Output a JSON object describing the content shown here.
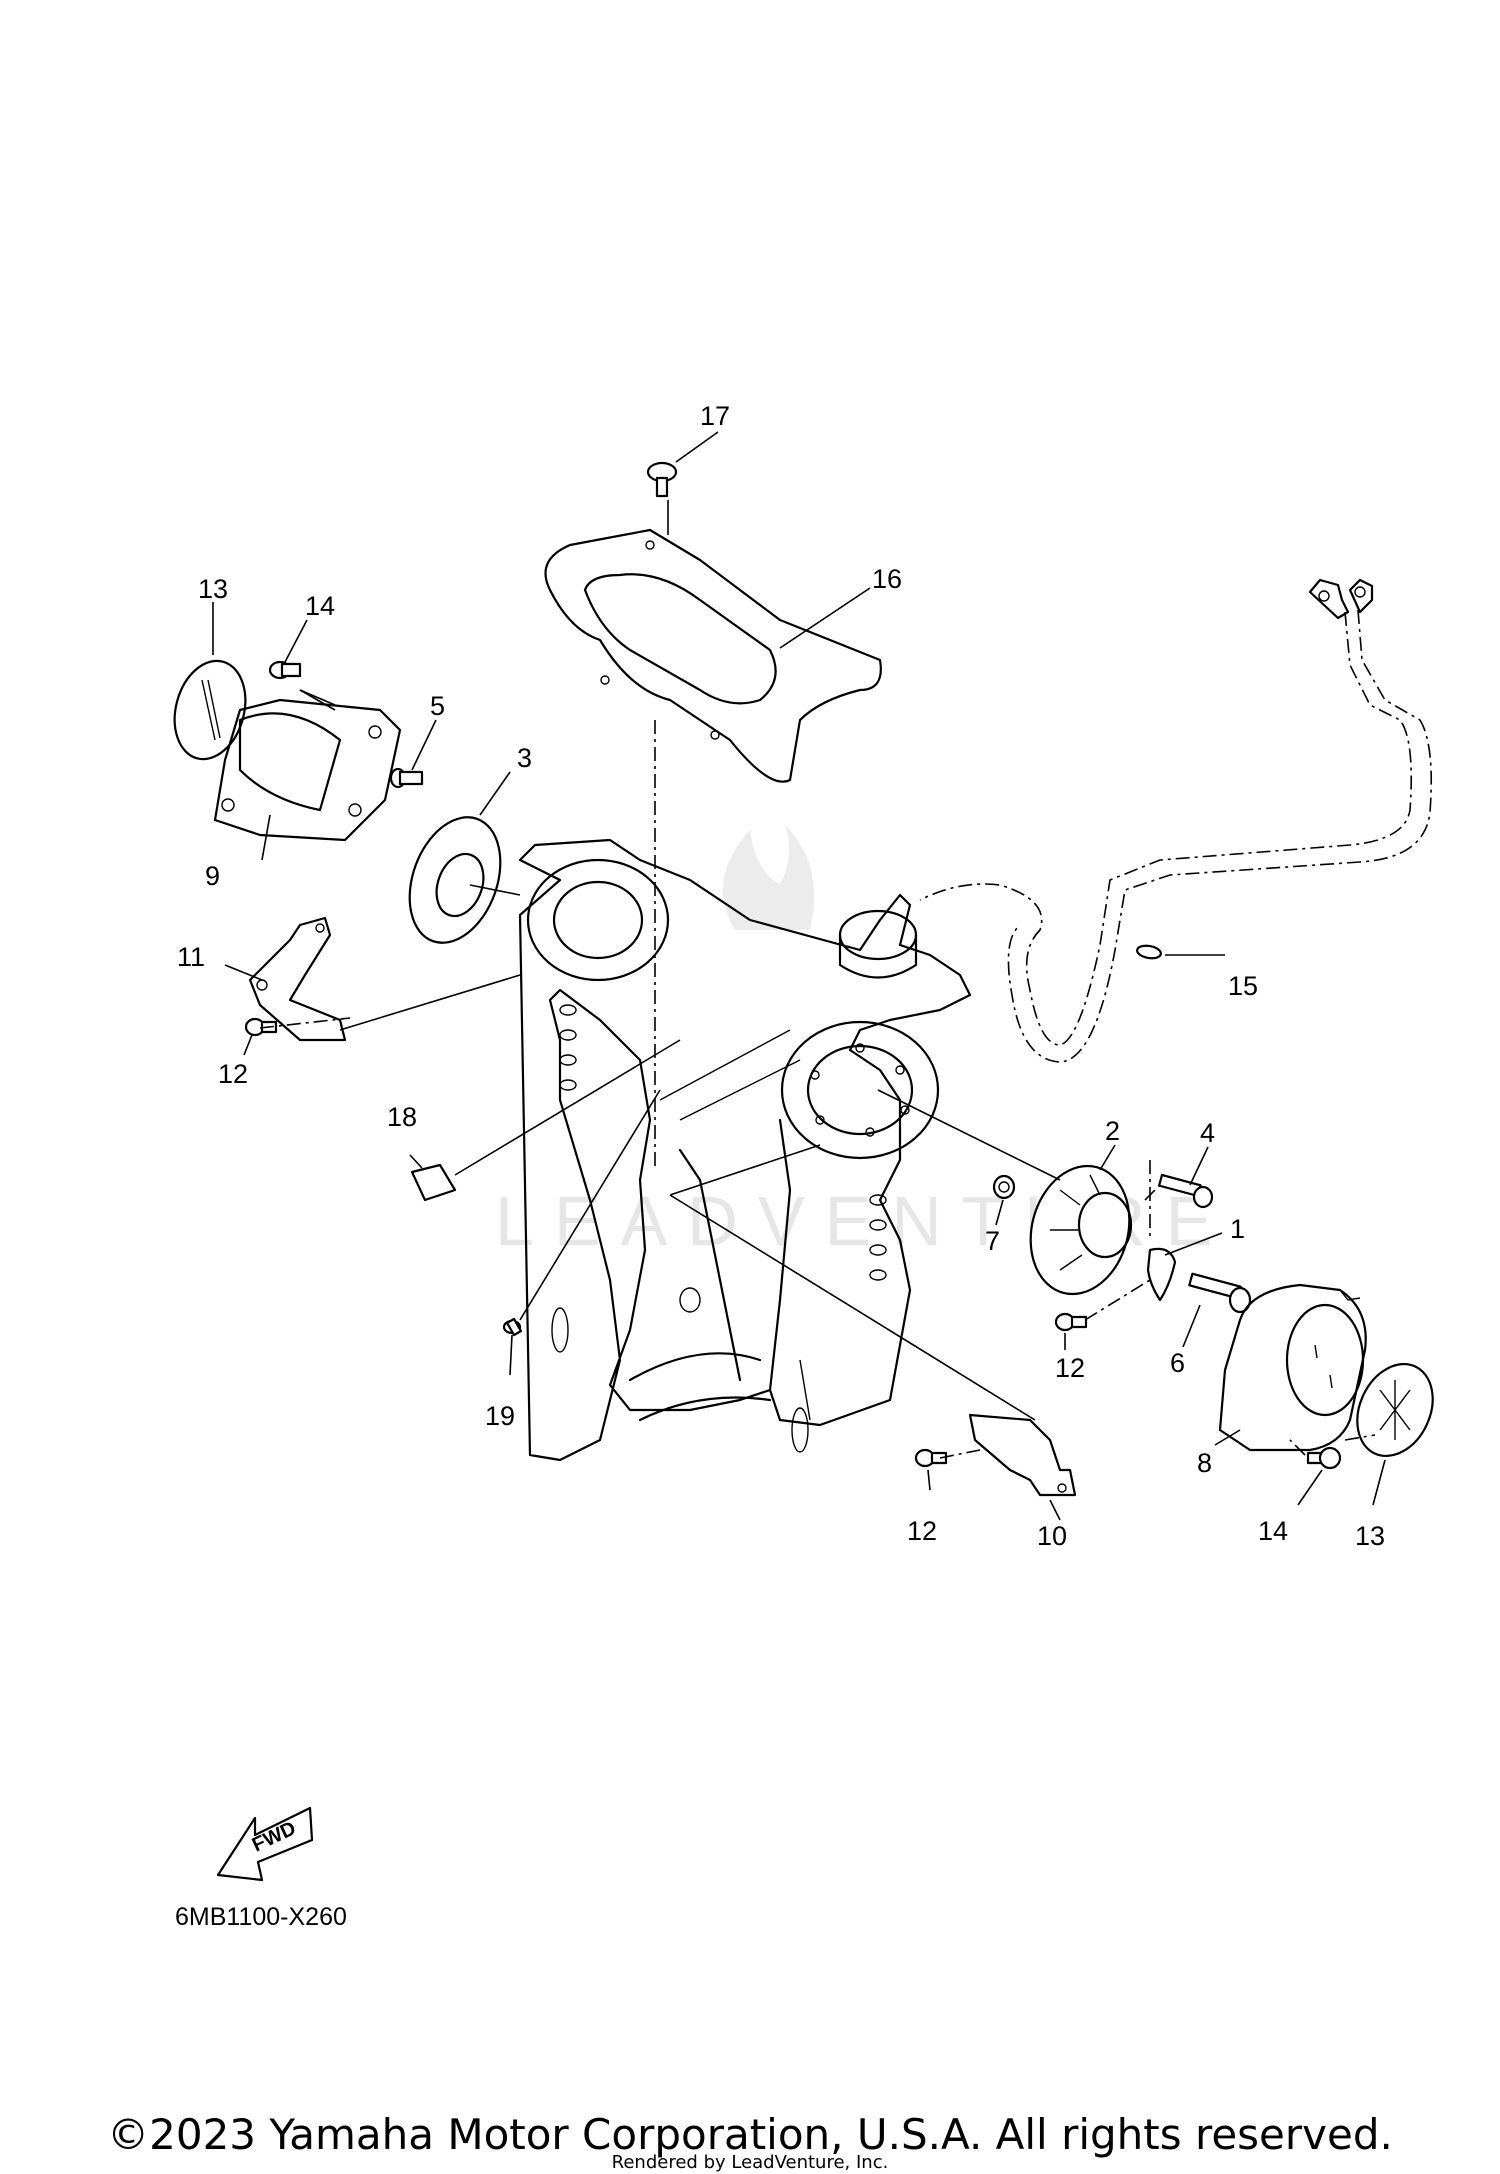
{
  "callouts": {
    "c1": "1",
    "c2": "2",
    "c3": "3",
    "c4": "4",
    "c5": "5",
    "c6": "6",
    "c7": "7",
    "c8": "8",
    "c9": "9",
    "c10": "10",
    "c11": "11",
    "c12a": "12",
    "c12b": "12",
    "c12c": "12",
    "c13a": "13",
    "c13b": "13",
    "c14a": "14",
    "c14b": "14",
    "c15": "15",
    "c16": "16",
    "c17": "17",
    "c18": "18",
    "c19": "19"
  },
  "fwd_label": "FWD",
  "drawing_code": "6MB1100-X260",
  "watermark": "LEADVENTURE",
  "copyright": "©2023 Yamaha Motor Corporation, U.S.A. All rights reserved.",
  "rendered_by": "Rendered by LeadVenture, Inc."
}
